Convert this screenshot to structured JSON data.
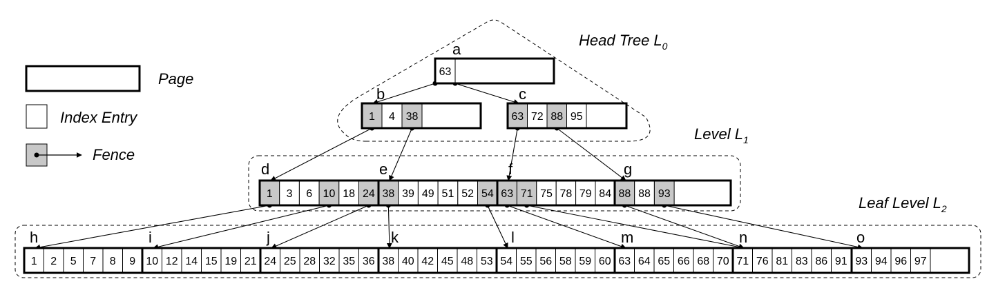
{
  "titles": {
    "head_tree": "Head Tree L",
    "head_tree_sub": "0",
    "level1": "Level L",
    "level1_sub": "1",
    "leaf_level": "Leaf Level L",
    "leaf_level_sub": "2"
  },
  "legend": {
    "page": "Page",
    "index_entry": "Index Entry",
    "fence": "Fence"
  },
  "colors": {
    "fence_fill": "#c8c8c8",
    "entry_fill": "#ffffff",
    "stroke": "#000000"
  },
  "nodes": {
    "a": {
      "label": "a",
      "entries": [
        {
          "v": "63",
          "f": false
        }
      ]
    },
    "b": {
      "label": "b",
      "entries": [
        {
          "v": "1",
          "f": true
        },
        {
          "v": "4",
          "f": false
        },
        {
          "v": "38",
          "f": true
        }
      ]
    },
    "c": {
      "label": "c",
      "entries": [
        {
          "v": "63",
          "f": true
        },
        {
          "v": "72",
          "f": false
        },
        {
          "v": "88",
          "f": true
        },
        {
          "v": "95",
          "f": false
        }
      ]
    },
    "d": {
      "label": "d",
      "entries": [
        {
          "v": "1",
          "f": true
        },
        {
          "v": "3",
          "f": false
        },
        {
          "v": "6",
          "f": false
        },
        {
          "v": "10",
          "f": true
        },
        {
          "v": "18",
          "f": false
        },
        {
          "v": "24",
          "f": true
        }
      ]
    },
    "e": {
      "label": "e",
      "entries": [
        {
          "v": "38",
          "f": true
        },
        {
          "v": "39",
          "f": false
        },
        {
          "v": "49",
          "f": false
        },
        {
          "v": "51",
          "f": false
        },
        {
          "v": "52",
          "f": false
        },
        {
          "v": "54",
          "f": true
        }
      ]
    },
    "f": {
      "label": "f",
      "entries": [
        {
          "v": "63",
          "f": true
        },
        {
          "v": "71",
          "f": true
        },
        {
          "v": "75",
          "f": false
        },
        {
          "v": "78",
          "f": false
        },
        {
          "v": "79",
          "f": false
        },
        {
          "v": "84",
          "f": false
        }
      ]
    },
    "g": {
      "label": "g",
      "entries": [
        {
          "v": "88",
          "f": true
        },
        {
          "v": "88",
          "f": false
        },
        {
          "v": "93",
          "f": true
        }
      ]
    },
    "h": {
      "label": "h",
      "entries": [
        {
          "v": "1"
        },
        {
          "v": "2"
        },
        {
          "v": "5"
        },
        {
          "v": "7"
        },
        {
          "v": "8"
        },
        {
          "v": "9"
        }
      ]
    },
    "i": {
      "label": "i",
      "entries": [
        {
          "v": "10"
        },
        {
          "v": "12"
        },
        {
          "v": "14"
        },
        {
          "v": "15"
        },
        {
          "v": "19"
        },
        {
          "v": "21"
        }
      ]
    },
    "j": {
      "label": "j",
      "entries": [
        {
          "v": "24"
        },
        {
          "v": "25"
        },
        {
          "v": "28"
        },
        {
          "v": "32"
        },
        {
          "v": "35"
        },
        {
          "v": "36"
        }
      ]
    },
    "k": {
      "label": "k",
      "entries": [
        {
          "v": "38"
        },
        {
          "v": "40"
        },
        {
          "v": "42"
        },
        {
          "v": "45"
        },
        {
          "v": "48"
        },
        {
          "v": "53"
        }
      ]
    },
    "l": {
      "label": "l",
      "entries": [
        {
          "v": "54"
        },
        {
          "v": "55"
        },
        {
          "v": "56"
        },
        {
          "v": "58"
        },
        {
          "v": "59"
        },
        {
          "v": "60"
        }
      ]
    },
    "m": {
      "label": "m",
      "entries": [
        {
          "v": "63"
        },
        {
          "v": "64"
        },
        {
          "v": "65"
        },
        {
          "v": "66"
        },
        {
          "v": "68"
        },
        {
          "v": "70"
        }
      ]
    },
    "n": {
      "label": "n",
      "entries": [
        {
          "v": "71"
        },
        {
          "v": "76"
        },
        {
          "v": "81"
        },
        {
          "v": "83"
        },
        {
          "v": "86"
        },
        {
          "v": "91"
        }
      ]
    },
    "o": {
      "label": "o",
      "entries": [
        {
          "v": "93"
        },
        {
          "v": "94"
        },
        {
          "v": "96"
        },
        {
          "v": "97"
        }
      ]
    }
  },
  "edges": [
    {
      "from": "a",
      "entry": 0,
      "side": "left",
      "to": "b"
    },
    {
      "from": "a",
      "entry": 0,
      "side": "right",
      "to": "c"
    },
    {
      "from": "b",
      "entry": 0,
      "to": "d"
    },
    {
      "from": "b",
      "entry": 2,
      "to": "e"
    },
    {
      "from": "c",
      "entry": 0,
      "to": "f"
    },
    {
      "from": "c",
      "entry": 2,
      "to": "g"
    },
    {
      "from": "d",
      "entry": 0,
      "to": "h"
    },
    {
      "from": "d",
      "entry": 3,
      "to": "i"
    },
    {
      "from": "d",
      "entry": 5,
      "to": "j"
    },
    {
      "from": "e",
      "entry": 0,
      "to": "k"
    },
    {
      "from": "e",
      "entry": 5,
      "to": "l"
    },
    {
      "from": "f",
      "entry": 0,
      "to": "m"
    },
    {
      "from": "f",
      "entry": 1,
      "to": "n"
    },
    {
      "from": "g",
      "entry": 0,
      "to": "n"
    },
    {
      "from": "g",
      "entry": 2,
      "to": "o"
    }
  ]
}
